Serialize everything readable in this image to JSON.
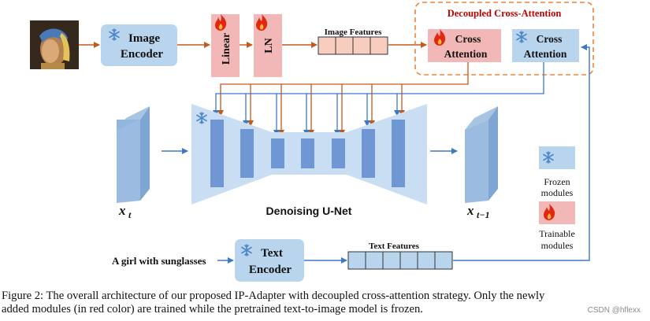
{
  "image_encoder": {
    "line1": "Image",
    "line2": "Encoder"
  },
  "linear_label": "Linear",
  "ln_label": "LN",
  "image_features_label": "Image Features",
  "decoupled_label": "Decoupled Cross-Attention",
  "cross_attn_trainable": {
    "line1": "Cross",
    "line2": "Attention"
  },
  "cross_attn_frozen": {
    "line1": "Cross",
    "line2": "Attention"
  },
  "xt_label": "x",
  "xt_sub": "t",
  "xt1_label": "x",
  "xt1_sub": "t−1",
  "unet_label": "Denoising U-Net",
  "legend": {
    "frozen": [
      "Frozen",
      "modules"
    ],
    "trainable": [
      "Trainable",
      "modules"
    ]
  },
  "prompt_text": "A girl with sunglasses",
  "text_encoder": {
    "line1": "Text",
    "line2": "Encoder"
  },
  "text_features_label": "Text Features",
  "caption": {
    "line1": "Figure 2: The overall architecture of our proposed IP-Adapter with decoupled cross-attention strategy. Only the newly",
    "line2": "added modules (in red color) are trained while the pretrained text-to-image model is frozen."
  },
  "watermark": "CSDN @hflexx",
  "colors": {
    "blue_box": "#b9d5ee",
    "red_box": "#f2b8b8",
    "arrow_orange": "#c05a1e",
    "arrow_blue": "#3d78c4",
    "dash_orange": "#e9853b",
    "title_red": "#c00000",
    "unet_body": "#c9def2",
    "unet_bar": "#6f97d3"
  },
  "icons": {
    "snowflake": "snowflake-icon",
    "flame": "flame-icon"
  }
}
